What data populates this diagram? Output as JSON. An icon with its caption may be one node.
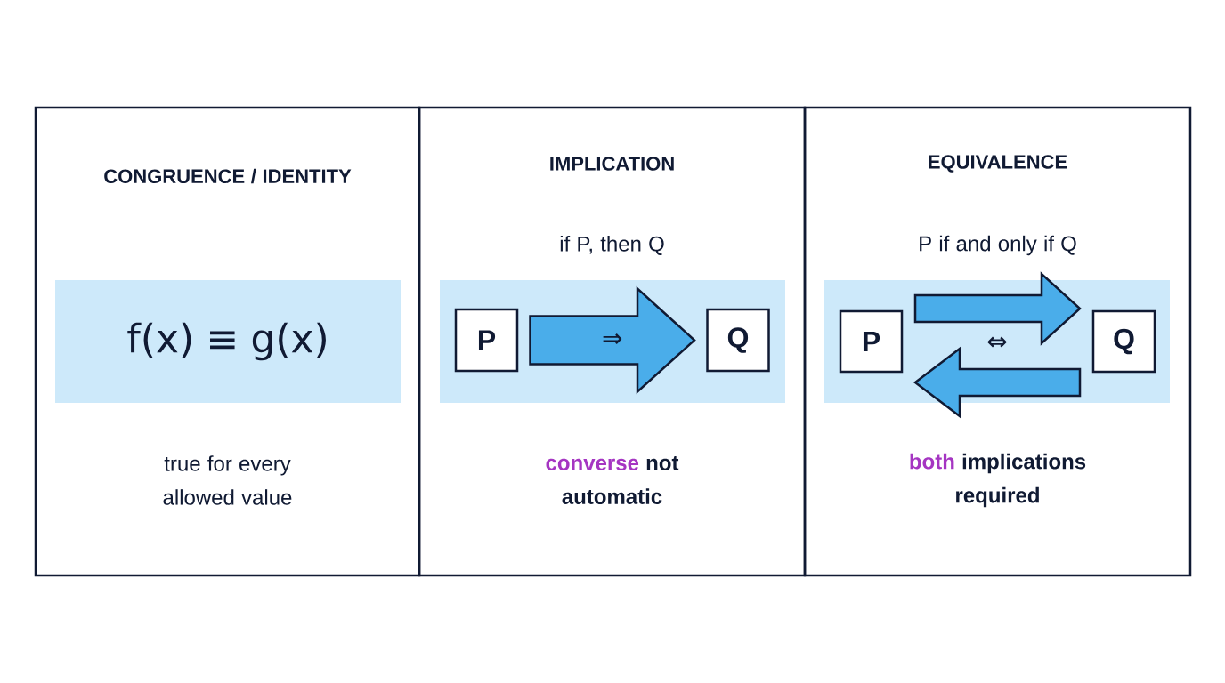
{
  "diagram": {
    "nodes": [
      {
        "text": [
          "CONGRUENCE / IDENTITY",
          "true for every allowed value"
        ]
      },
      {
        "text": [
          "f(x) ≡ g(x)"
        ],
        "in": 0
      },
      {
        "text": [
          "IMPLICATION",
          "if P, then Q",
          "converse",
          "not automatic"
        ]
      },
      {
        "text": [],
        "shape": "box",
        "in": 2
      },
      {
        "text": [
          "P"
        ],
        "in": 3
      },
      {
        "text": [
          "Q"
        ],
        "in": 3
      },
      {
        "text": [
          "EQUIVALENCE",
          "P if and only if Q",
          "both",
          "implications required"
        ]
      },
      {
        "text": [],
        "shape": "box",
        "in": 6
      },
      {
        "text": [
          "P"
        ],
        "in": 7
      },
      {
        "text": [
          "Q"
        ],
        "in": 7
      }
    ],
    "edges": [
      {
        "from": 4,
        "to": 5,
        "arrow": "to",
        "label": "⇒"
      },
      {
        "from": 8,
        "to": 9,
        "arrow": "to"
      },
      {
        "from": 9,
        "to": 8,
        "arrow": "to"
      }
    ],
    "labels": [
      "⇔"
    ]
  }
}
